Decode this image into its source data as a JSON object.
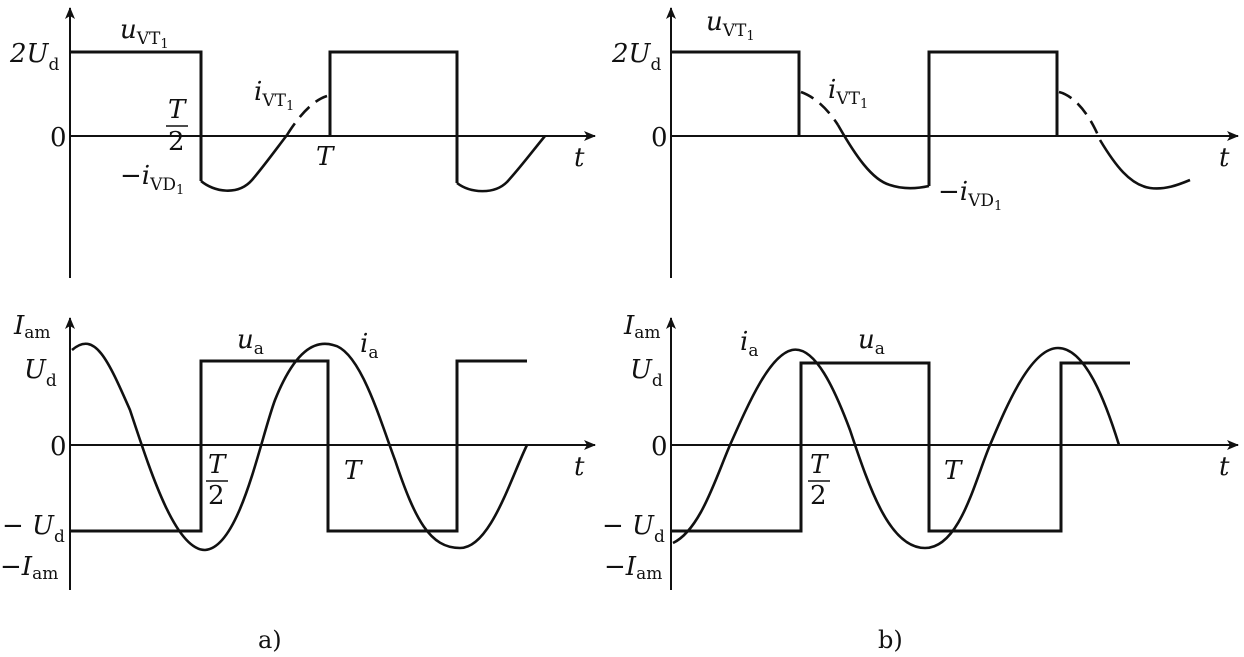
{
  "panels": {
    "a": {
      "caption": "a)",
      "top": {
        "level_high": "2U",
        "level_high_sub": "d",
        "zero": "0",
        "time_axis": "t",
        "half_period_num": "T",
        "half_period_den": "2",
        "period": "T",
        "voltage_label": "u",
        "voltage_label_sub": "VT",
        "voltage_label_subsub": "1",
        "current_label": "i",
        "current_label_sub": "VT",
        "current_label_subsub": "1",
        "diode_label": "−i",
        "diode_label_sub": "VD",
        "diode_label_subsub": "1"
      },
      "bottom": {
        "peak_pos": "I",
        "peak_pos_sub": "am",
        "level_pos": "U",
        "level_pos_sub": "d",
        "zero": "0",
        "level_neg": "− U",
        "level_neg_sub": "d",
        "peak_neg": "−I",
        "peak_neg_sub": "am",
        "time_axis": "t",
        "half_period_num": "T",
        "half_period_den": "2",
        "period": "T",
        "voltage_label": "u",
        "voltage_label_sub": "a",
        "current_label": "i",
        "current_label_sub": "a"
      }
    },
    "b": {
      "caption": "b)",
      "top": {
        "level_high": "2U",
        "level_high_sub": "d",
        "zero": "0",
        "time_axis": "t",
        "voltage_label": "u",
        "voltage_label_sub": "VT",
        "voltage_label_subsub": "1",
        "current_label": "i",
        "current_label_sub": "VT",
        "current_label_subsub": "1",
        "diode_label": "−i",
        "diode_label_sub": "VD",
        "diode_label_subsub": "1"
      },
      "bottom": {
        "peak_pos": "I",
        "peak_pos_sub": "am",
        "level_pos": "U",
        "level_pos_sub": "d",
        "zero": "0",
        "level_neg": "− U",
        "level_neg_sub": "d",
        "peak_neg": "−I",
        "peak_neg_sub": "am",
        "time_axis": "t",
        "half_period_num": "T",
        "half_period_den": "2",
        "period": "T",
        "voltage_label": "u",
        "voltage_label_sub": "a",
        "current_label": "i",
        "current_label_sub": "a"
      }
    }
  }
}
